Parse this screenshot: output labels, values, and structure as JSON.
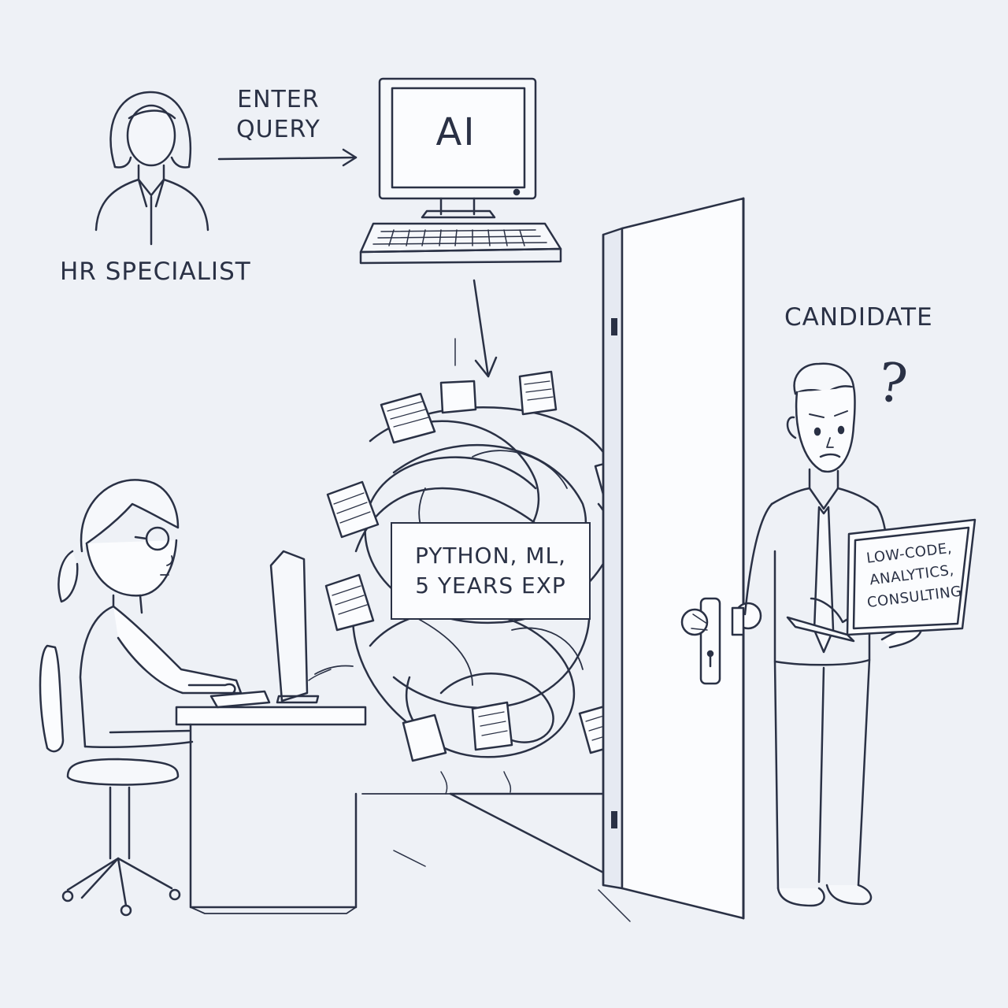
{
  "labels": {
    "enter_query_line1": "ENTER",
    "enter_query_line2": "QUERY",
    "hr_specialist": "HR SPECIALIST",
    "candidate": "CANDIDATE",
    "ai": "AI",
    "question_mark": "?"
  },
  "requirements_card": {
    "line1": "PYTHON, ML,",
    "line2": "5 YEARS EXP"
  },
  "candidate_laptop": {
    "line1": "LOW-CODE,",
    "line2": "ANALYTICS,",
    "line3": "CONSULTING"
  },
  "colors": {
    "background": "#eef1f6",
    "ink": "#2a3145",
    "paper": "#fbfcfe"
  },
  "icons": [
    "hr-specialist-icon",
    "computer-icon",
    "keyboard-icon",
    "arrow-icon",
    "resume-tangle-icon",
    "door-icon",
    "candidate-icon",
    "laptop-icon"
  ]
}
